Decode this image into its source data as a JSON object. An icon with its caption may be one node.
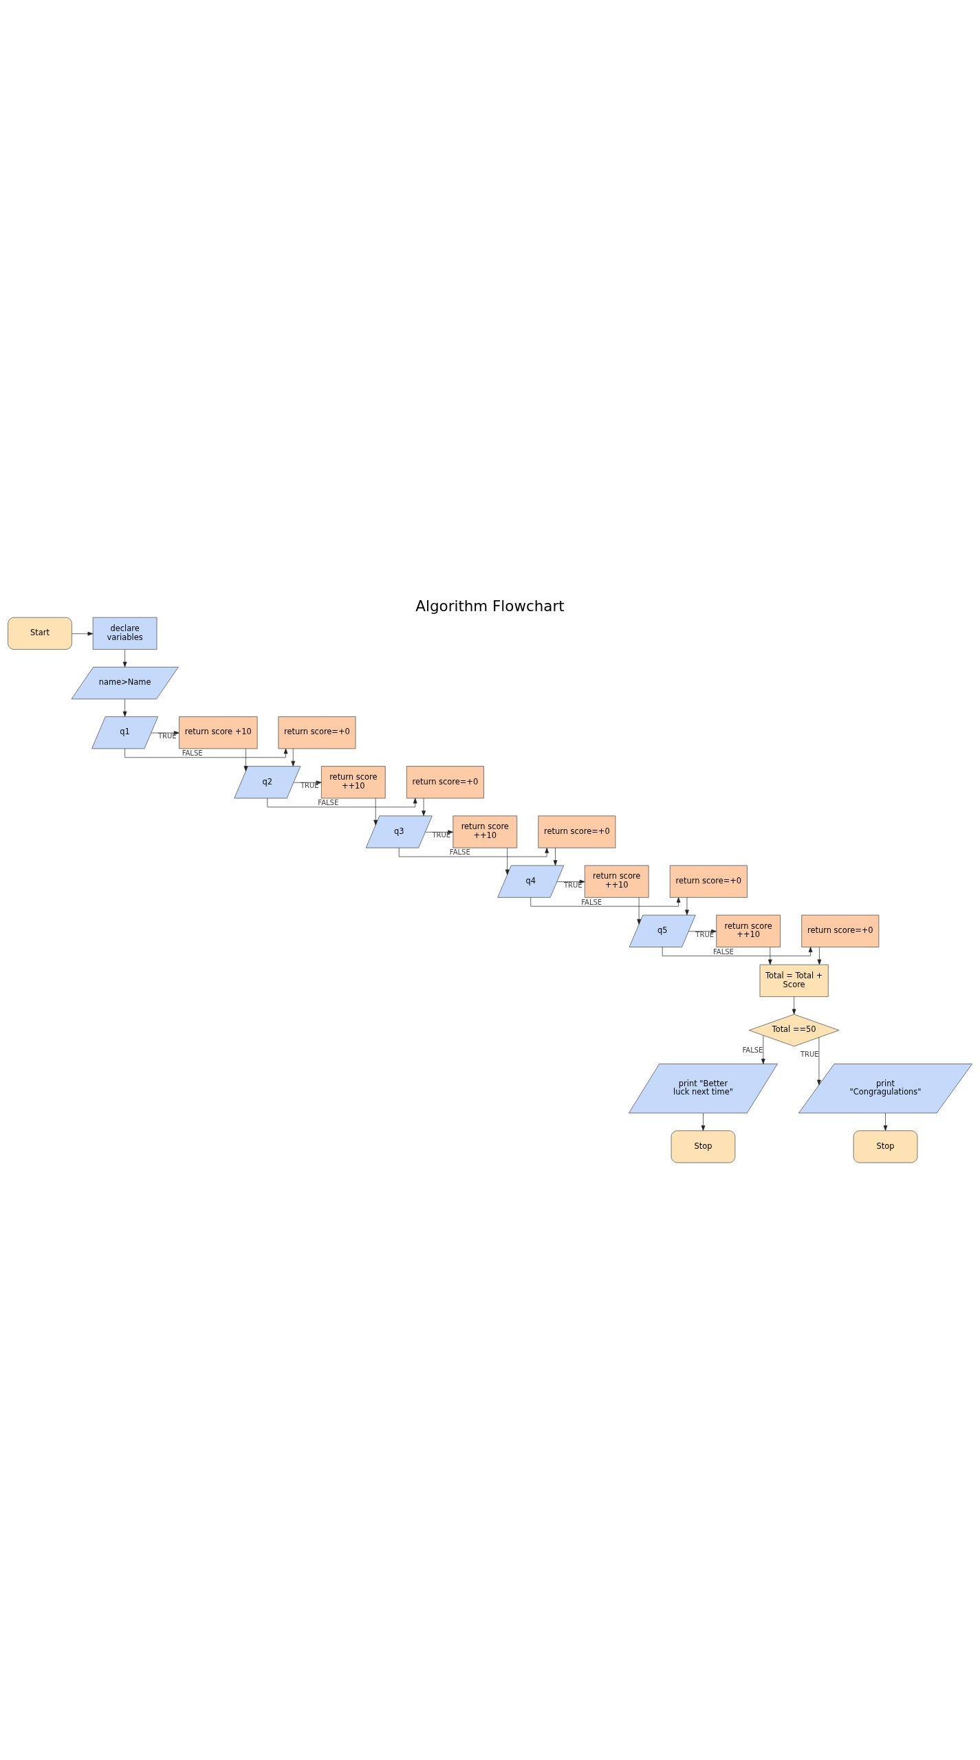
{
  "diagram": {
    "title": "Algorithm Flowchart",
    "nodes": [
      {
        "text": [
          "Start"
        ]
      },
      {
        "text": [
          "declare variables"
        ]
      },
      {
        "text": [
          "name>Name"
        ]
      },
      {
        "text": [
          "q1"
        ]
      },
      {
        "text": [
          "return score=+0"
        ]
      },
      {
        "text": [
          "return score +10"
        ]
      },
      {
        "text": [
          "q2"
        ]
      },
      {
        "text": [
          "return score=+0"
        ]
      },
      {
        "text": [
          "return score ++10"
        ]
      },
      {
        "text": [
          "q3"
        ]
      },
      {
        "text": [
          "return score=+0"
        ]
      },
      {
        "text": [
          "return score ++10"
        ]
      },
      {
        "text": [
          "q4"
        ]
      },
      {
        "text": [
          "return score=+0"
        ]
      },
      {
        "text": [
          "return score ++10"
        ]
      },
      {
        "text": [
          "q5"
        ]
      },
      {
        "text": [
          "return score=+0"
        ]
      },
      {
        "text": [
          "return score ++10"
        ]
      },
      {
        "text": [
          "Total = Total + Score"
        ]
      },
      {
        "text": [
          "Total ==50"
        ]
      },
      {
        "text": [
          "print \"Better luck next time\""
        ]
      },
      {
        "text": [
          "print \"Congragulations\""
        ]
      },
      {
        "text": [
          "Stop"
        ]
      },
      {
        "text": [
          "Stop"
        ]
      }
    ],
    "edges": [
      {
        "from": 0,
        "to": 1,
        "arrow": "to"
      },
      {
        "from": 1,
        "to": 2,
        "arrow": "to"
      },
      {
        "from": 2,
        "to": 3,
        "arrow": "to"
      },
      {
        "from": 3,
        "to": 4,
        "arrow": "to",
        "label": "FALSE"
      },
      {
        "from": 3,
        "to": 5,
        "arrow": "to",
        "label": "TRUE"
      },
      {
        "from": 4,
        "to": 6,
        "arrow": "to"
      },
      {
        "from": 5,
        "to": 6,
        "arrow": "to"
      },
      {
        "from": 6,
        "to": 7,
        "arrow": "to",
        "label": "FALSE"
      },
      {
        "from": 6,
        "to": 8,
        "arrow": "to",
        "label": "TRUE"
      },
      {
        "from": 7,
        "to": 9,
        "arrow": "to"
      },
      {
        "from": 8,
        "to": 9,
        "arrow": "to"
      },
      {
        "from": 9,
        "to": 10,
        "arrow": "to",
        "label": "FALSE"
      },
      {
        "from": 9,
        "to": 11,
        "arrow": "to",
        "label": "TRUE"
      },
      {
        "from": 10,
        "to": 12,
        "arrow": "to"
      },
      {
        "from": 11,
        "to": 12,
        "arrow": "to"
      },
      {
        "from": 12,
        "to": 13,
        "arrow": "to",
        "label": "FALSE"
      },
      {
        "from": 12,
        "to": 14,
        "arrow": "to",
        "label": "TRUE"
      },
      {
        "from": 13,
        "to": 15,
        "arrow": "to"
      },
      {
        "from": 14,
        "to": 15,
        "arrow": "to"
      },
      {
        "from": 15,
        "to": 16,
        "arrow": "to",
        "label": "FALSE"
      },
      {
        "from": 15,
        "to": 17,
        "arrow": "to",
        "label": "TRUE"
      },
      {
        "from": 16,
        "to": 18,
        "arrow": "to"
      },
      {
        "from": 17,
        "to": 18,
        "arrow": "to"
      },
      {
        "from": 18,
        "to": 19,
        "arrow": "to"
      },
      {
        "from": 19,
        "to": 20,
        "arrow": "to",
        "label": "FALSE"
      },
      {
        "from": 19,
        "to": 21,
        "arrow": "to",
        "label": "TRUE"
      },
      {
        "from": 20,
        "to": 22,
        "arrow": "to"
      },
      {
        "from": 21,
        "to": 23,
        "arrow": "to"
      }
    ]
  }
}
